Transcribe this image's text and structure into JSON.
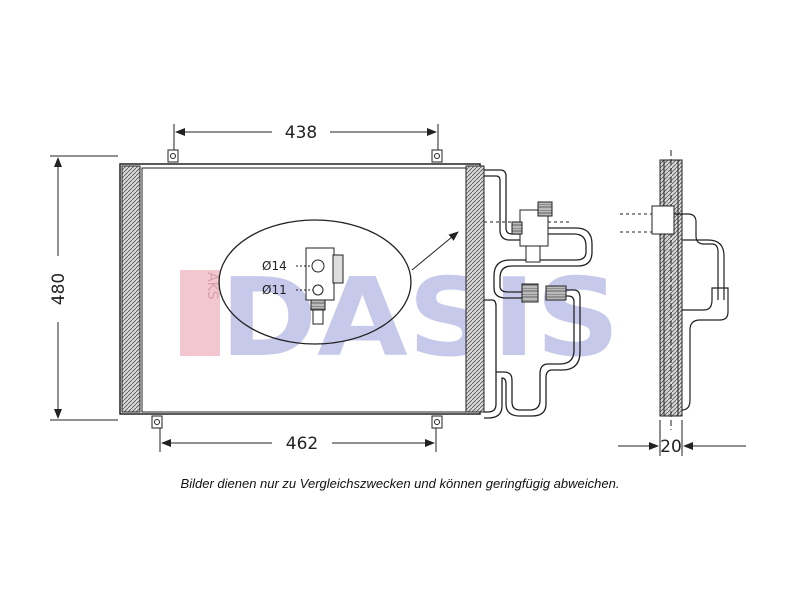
{
  "dimensions": {
    "top_width": "438",
    "bottom_width": "462",
    "height": "480",
    "depth": "20"
  },
  "detail": {
    "outer_diameter": "Ø14",
    "inner_diameter": "Ø11"
  },
  "watermark": {
    "brand": "DASIS",
    "vertical_tag": "AKS"
  },
  "caption": "Bilder dienen nur zu Vergleichszwecken und können geringfügig abweichen.",
  "colors": {
    "line": "#222222",
    "watermark_blue": "#c6c9ea",
    "watermark_red": "#f2c7cf"
  }
}
